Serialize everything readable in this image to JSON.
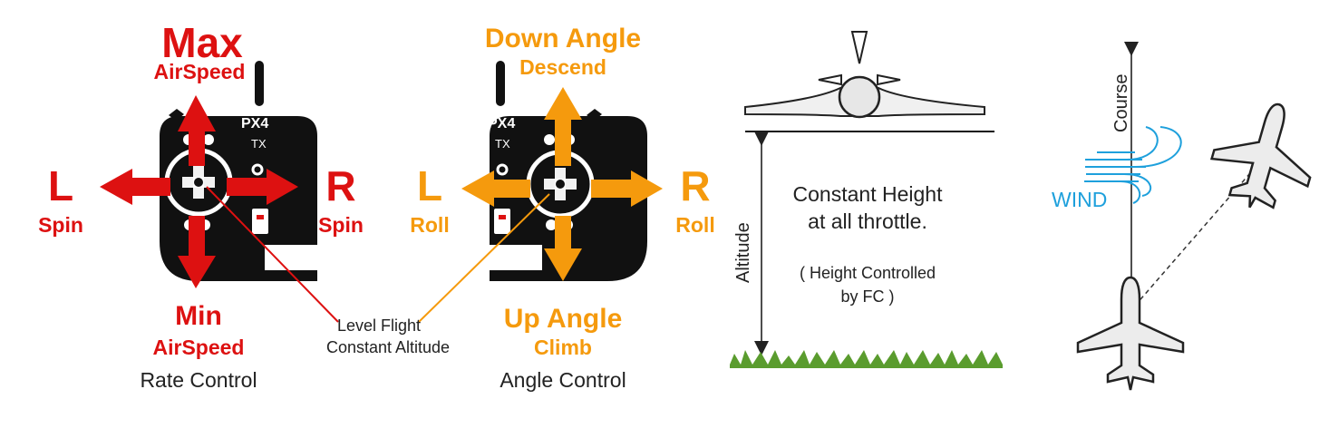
{
  "colors": {
    "red": "#dd1111",
    "orange": "#f59a0d",
    "dark": "#222222",
    "blue": "#1ea0dc",
    "grass": "#5a9c2e"
  },
  "rate_panel": {
    "top_main": "Max",
    "top_sub": "AirSpeed",
    "left_main": "L",
    "left_sub": "Spin",
    "right_main": "R",
    "right_sub": "Spin",
    "bottom_main": "Min",
    "bottom_sub": "AirSpeed",
    "caption": "Rate Control",
    "brand": "PX4",
    "model": "TX"
  },
  "angle_panel": {
    "top_main": "Down Angle",
    "top_sub": "Descend",
    "left_main": "L",
    "left_sub": "Roll",
    "right_main": "R",
    "right_sub": "Roll",
    "bottom_main": "Up Angle",
    "bottom_sub": "Climb",
    "caption": "Angle Control",
    "brand": "PX4",
    "model": "TX"
  },
  "center_note": {
    "line1": "Level Flight",
    "line2": "Constant Altitude"
  },
  "altitude_panel": {
    "axis_label": "Altitude",
    "main_line1": "Constant Height",
    "main_line2": "at all throttle.",
    "note_line1": "( Height Controlled",
    "note_line2": "by FC )"
  },
  "wind_panel": {
    "course_label": "Course",
    "wind_label": "WIND"
  }
}
